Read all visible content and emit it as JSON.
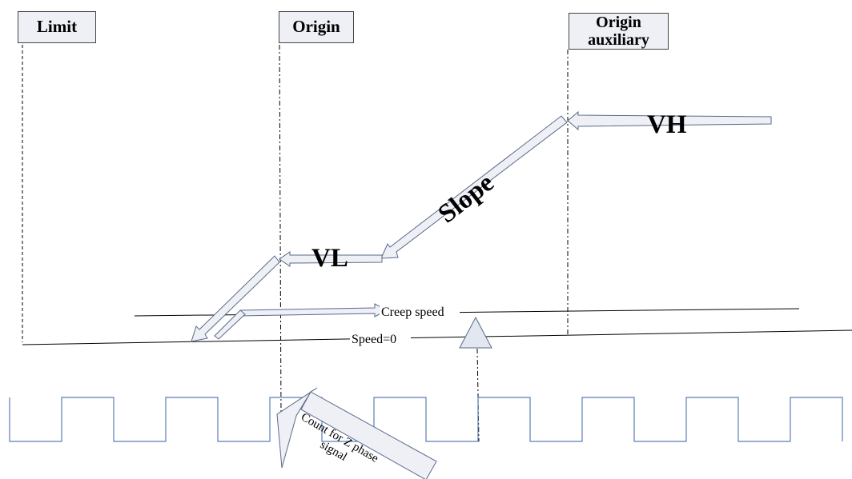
{
  "labels": {
    "limit": "Limit",
    "origin": "Origin",
    "origin_aux_line1": "Origin",
    "origin_aux_line2": "auxiliary",
    "vh": "VH",
    "slope": "Slope",
    "vl": "VL",
    "creep_speed": "Creep speed",
    "speed_zero": "Speed=0",
    "count_line1": "Count for Z phase",
    "count_line2": "signal"
  },
  "colors": {
    "arrow_fill": "#eef0f6",
    "arrow_stroke": "#5a6a8a",
    "pulse": "#5b7fb5",
    "line": "#000000",
    "label_box": "#eef0f6"
  }
}
